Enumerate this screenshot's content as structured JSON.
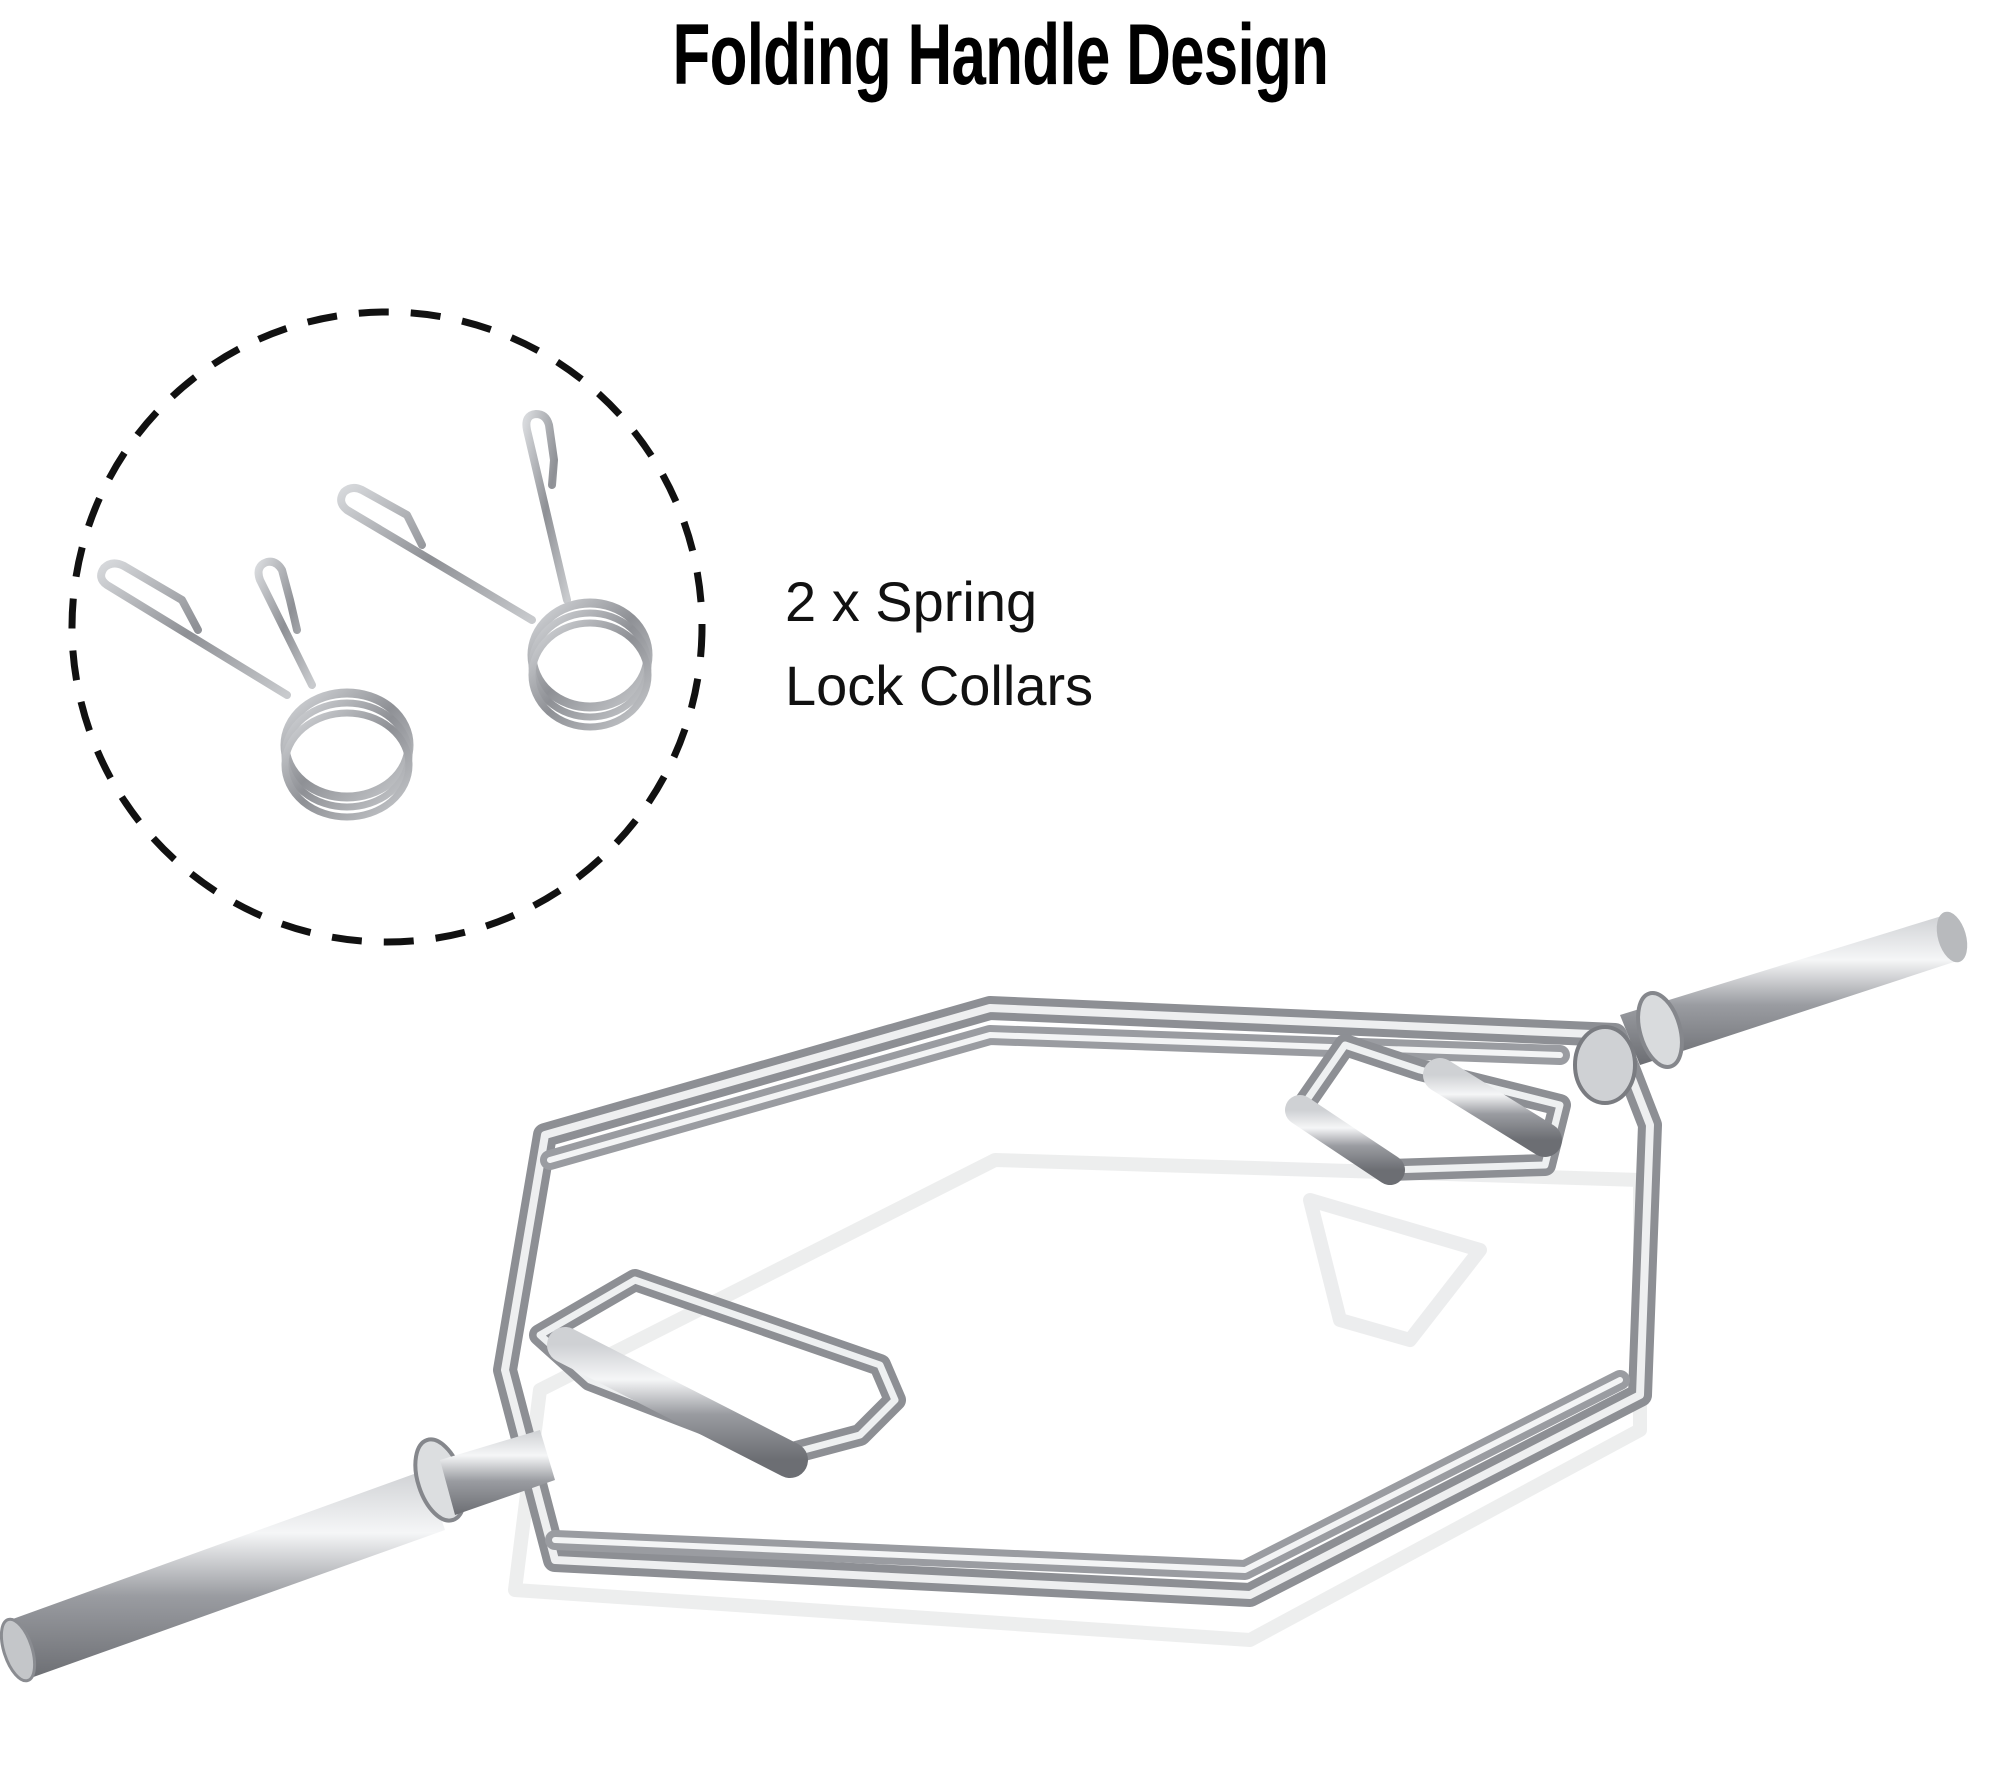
{
  "title": "Folding Handle Design",
  "callout": {
    "line1": "2 x Spring",
    "line2": "Lock Collars",
    "item_icon": "spring-lock-collars-icon"
  },
  "product": {
    "name_icon": "hex-trap-bar-icon",
    "metal_color": "#a9abb0",
    "highlight_color": "#f4f5f6",
    "shadow_color": "#6e7074"
  },
  "colors": {
    "background": "#ffffff",
    "text": "#000000",
    "dashed_circle": "#111111"
  }
}
